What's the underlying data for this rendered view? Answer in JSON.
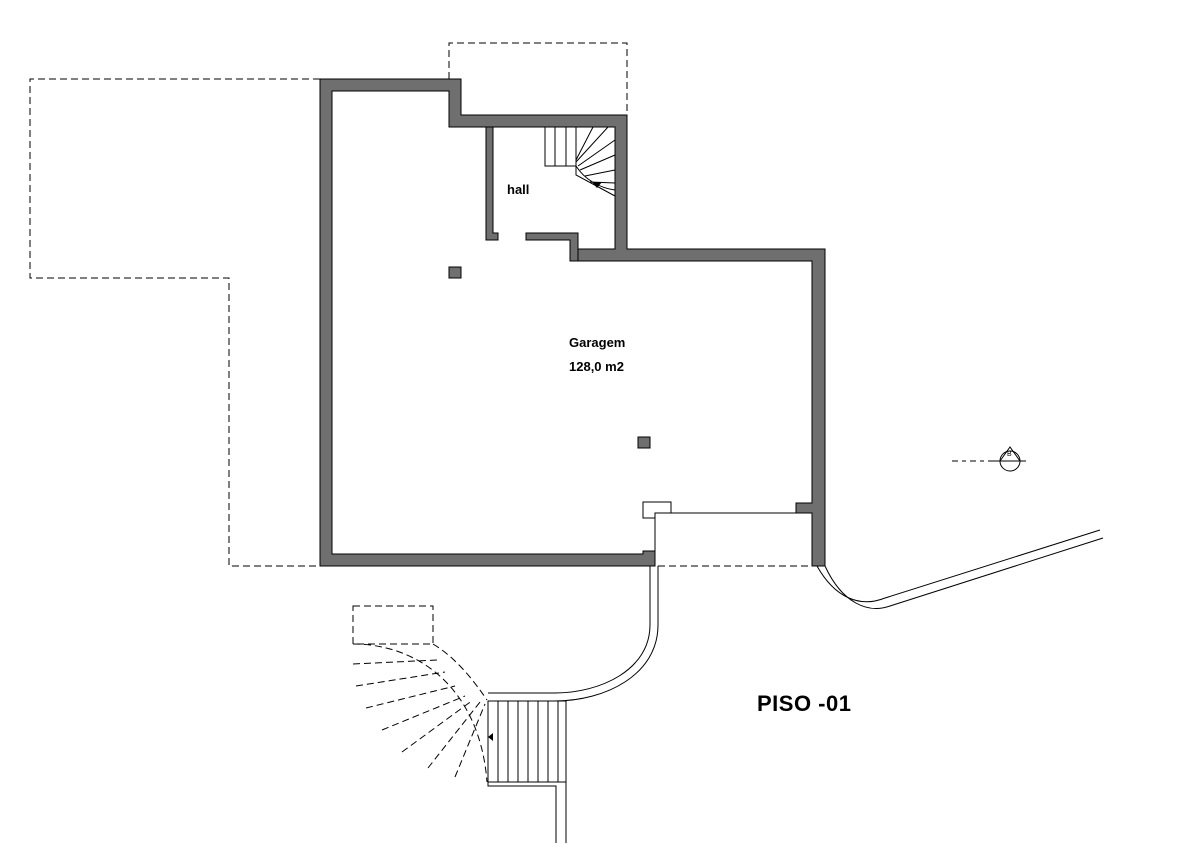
{
  "labels": {
    "hall": "hall",
    "garage_name": "Garagem",
    "garage_area": "128,0 m2",
    "floor_title": "PISO -01",
    "section_marker": "B"
  },
  "colors": {
    "wall_fill": "#6f6f6f",
    "wall_stroke": "#000000",
    "line": "#000000",
    "background": "#ffffff"
  }
}
